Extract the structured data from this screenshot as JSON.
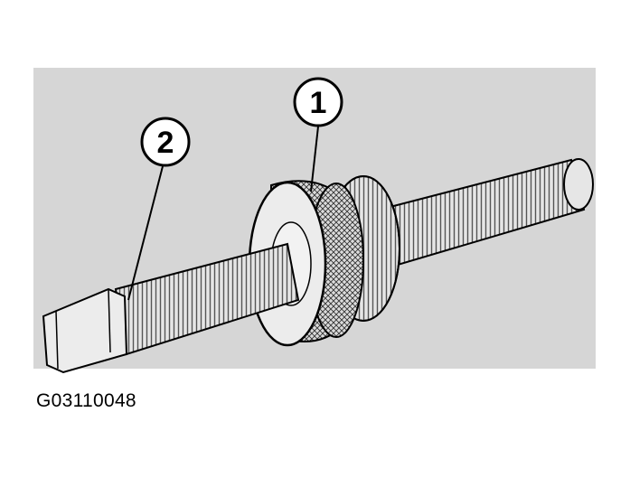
{
  "figure": {
    "code": "G03110048"
  },
  "callouts": [
    {
      "number": "1"
    },
    {
      "number": "2"
    }
  ],
  "colors": {
    "background_panel": "#d6d6d6",
    "outline": "#000000",
    "metal": "#e6e6e6"
  }
}
